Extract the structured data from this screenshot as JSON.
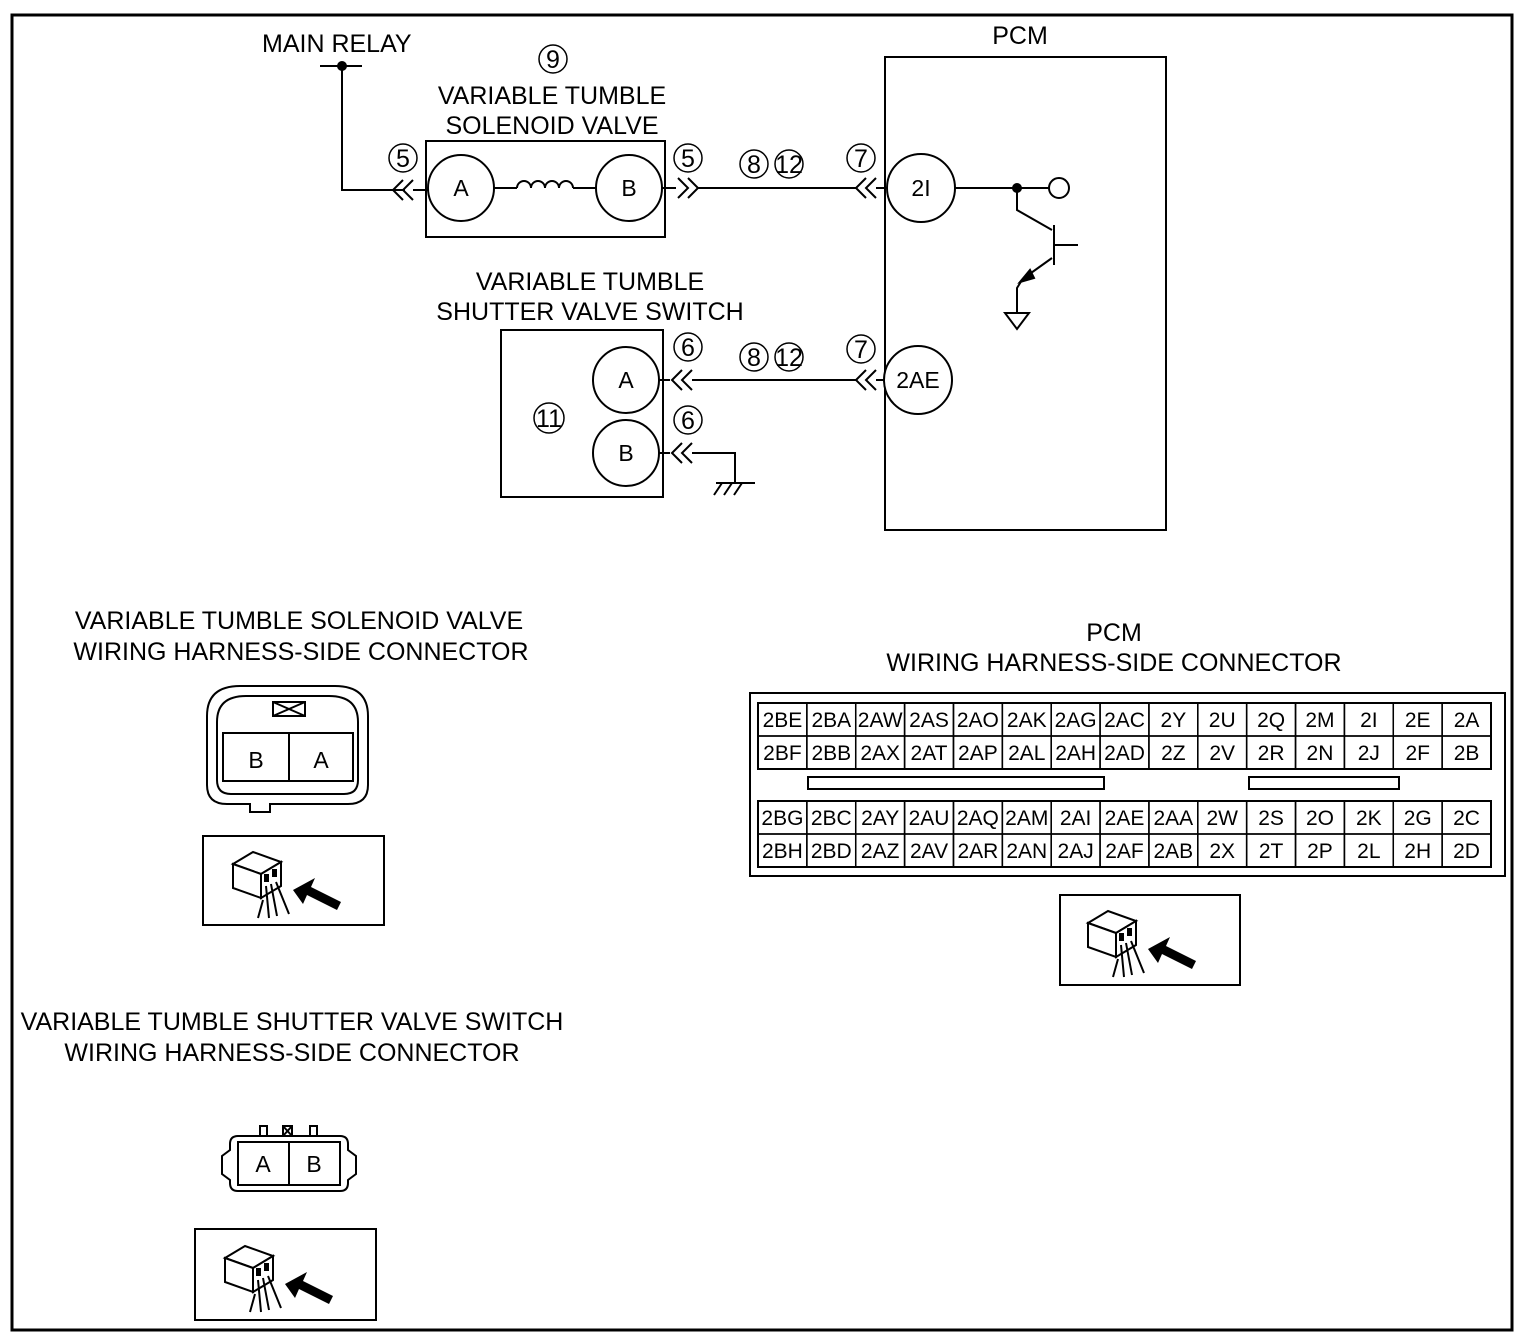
{
  "labels": {
    "main_relay": "MAIN RELAY",
    "pcm": "PCM",
    "solenoid_title_1": "VARIABLE TUMBLE",
    "solenoid_title_2": "SOLENOID VALVE",
    "switch_title_1": "VARIABLE TUMBLE",
    "switch_title_2": "SHUTTER VALVE SWITCH"
  },
  "callouts": {
    "c9": "9",
    "c5": "5",
    "c6": "6",
    "c7": "7",
    "c8": "8",
    "c11": "11",
    "c12": "12"
  },
  "pins": {
    "sol_a": "A",
    "sol_b": "B",
    "sw_a": "A",
    "sw_b": "B",
    "pcm_2i": "2I",
    "pcm_2ae": "2AE"
  },
  "solenoid_connector": {
    "title_1": "VARIABLE TUMBLE SOLENOID VALVE",
    "title_2": "WIRING HARNESS-SIDE CONNECTOR",
    "cavities": [
      "B",
      "A"
    ]
  },
  "switch_connector": {
    "title_1": "VARIABLE TUMBLE SHUTTER VALVE SWITCH",
    "title_2": "WIRING HARNESS-SIDE CONNECTOR",
    "cavities": [
      "A",
      "B"
    ]
  },
  "pcm_connector": {
    "title_1": "PCM",
    "title_2": "WIRING HARNESS-SIDE CONNECTOR",
    "top_rows": [
      [
        "2BE",
        "2BA",
        "2AW",
        "2AS",
        "2AO",
        "2AK",
        "2AG",
        "2AC",
        "2Y",
        "2U",
        "2Q",
        "2M",
        "2I",
        "2E",
        "2A"
      ],
      [
        "2BF",
        "2BB",
        "2AX",
        "2AT",
        "2AP",
        "2AL",
        "2AH",
        "2AD",
        "2Z",
        "2V",
        "2R",
        "2N",
        "2J",
        "2F",
        "2B"
      ]
    ],
    "bottom_rows": [
      [
        "2BG",
        "2BC",
        "2AY",
        "2AU",
        "2AQ",
        "2AM",
        "2AI",
        "2AE",
        "2AA",
        "2W",
        "2S",
        "2O",
        "2K",
        "2G",
        "2C"
      ],
      [
        "2BH",
        "2BD",
        "2AZ",
        "2AV",
        "2AR",
        "2AN",
        "2AJ",
        "2AF",
        "2AB",
        "2X",
        "2T",
        "2P",
        "2L",
        "2H",
        "2D"
      ]
    ]
  },
  "icons": {
    "chevron": "connector-chevron-icon",
    "ground": "chassis-ground-icon",
    "signal_ground": "signal-ground-icon",
    "transistor": "transistor-icon",
    "coil": "coil-icon",
    "view_direction": "connector-view-arrow-icon"
  }
}
